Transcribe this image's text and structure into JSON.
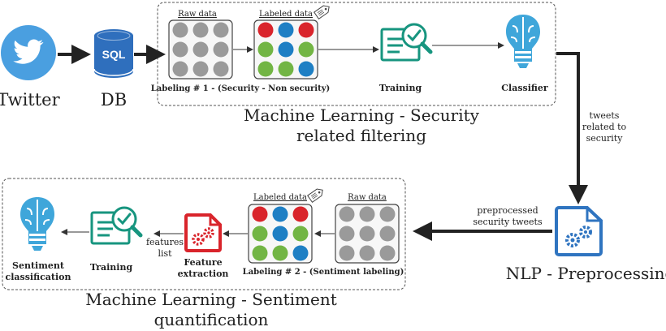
{
  "sources": {
    "twitter_label": "Twitter",
    "db_label": "DB",
    "sql_text": "SQL"
  },
  "pipeline1": {
    "raw_data_label": "Raw data",
    "labeled_data_label": "Labeled data",
    "labeling_caption": "Labeling # 1 - (Security - Non security)",
    "training_label": "Training",
    "classifier_label": "Classifier",
    "title_line1": "Machine Learning - Security",
    "title_line2": "related filtering",
    "raw_grid": [
      "gray",
      "gray",
      "gray",
      "gray",
      "gray",
      "gray",
      "gray",
      "gray",
      "gray"
    ],
    "labeled_grid": [
      "red",
      "blue",
      "red",
      "green",
      "blue",
      "green",
      "green",
      "green",
      "blue"
    ]
  },
  "connector": {
    "tweets_line1": "tweets",
    "tweets_line2": "related to",
    "tweets_line3": "security",
    "pre_line1": "preprocessed",
    "pre_line2": "security tweets"
  },
  "nlp": {
    "label": "NLP - Preprocessing"
  },
  "pipeline2": {
    "labeled_data_label": "Labeled data",
    "raw_data_label": "Raw data",
    "labeling_caption": "Labeling # 2 - (Sentiment labeling)",
    "feature_line1": "Feature",
    "feature_line2": "extraction",
    "features_line1": "features",
    "features_line2": "list",
    "training_label": "Training",
    "sentiment_line1": "Sentiment",
    "sentiment_line2": "classification",
    "title_line1": "Machine Learning - Sentiment",
    "title_line2": "quantification",
    "raw_grid": [
      "gray",
      "gray",
      "gray",
      "gray",
      "gray",
      "gray",
      "gray",
      "gray",
      "gray"
    ],
    "labeled_grid": [
      "red",
      "blue",
      "red",
      "green",
      "blue",
      "green",
      "green",
      "green",
      "blue"
    ]
  },
  "colors": {
    "twitter": "#4a9fe0",
    "db": "#2f6fbd",
    "teal": "#17957f",
    "brain": "#3fa6da",
    "red": "#d9242b",
    "nlp": "#2f74c0",
    "dot_gray": "#9a9a9a",
    "dot_red": "#d9242b",
    "dot_blue": "#1e7fc4",
    "dot_green": "#72b544"
  }
}
